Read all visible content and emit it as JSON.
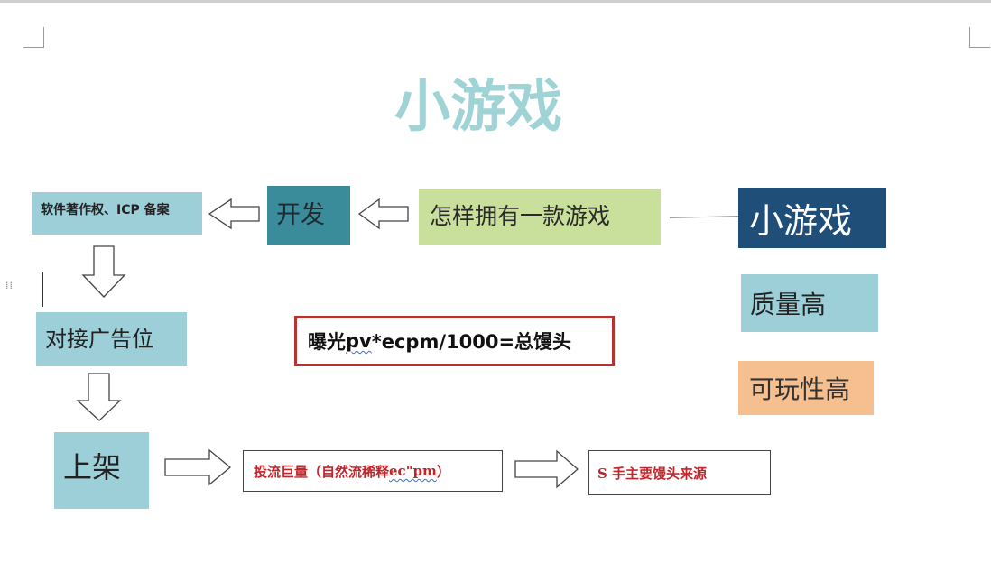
{
  "diagram": {
    "title": "小游戏",
    "nodes": {
      "copyright": "软件著作权、ICP 备案",
      "develop": "开发",
      "how_to_own": "怎样拥有一款游戏",
      "mini_game": "小游戏",
      "quality": "质量高",
      "playability": "可玩性高",
      "ad_slot": "对接广告位",
      "launch": "上架",
      "formula": {
        "prefix": "曝光 ",
        "term": "pv",
        "suffix": "*ecpm/1000=总馒头"
      },
      "traffic": {
        "prefix": "投流巨量（自然流稀释 ",
        "term": "ec\"pm",
        "suffix": "）"
      },
      "source": "S 手主要馒头来源"
    }
  }
}
